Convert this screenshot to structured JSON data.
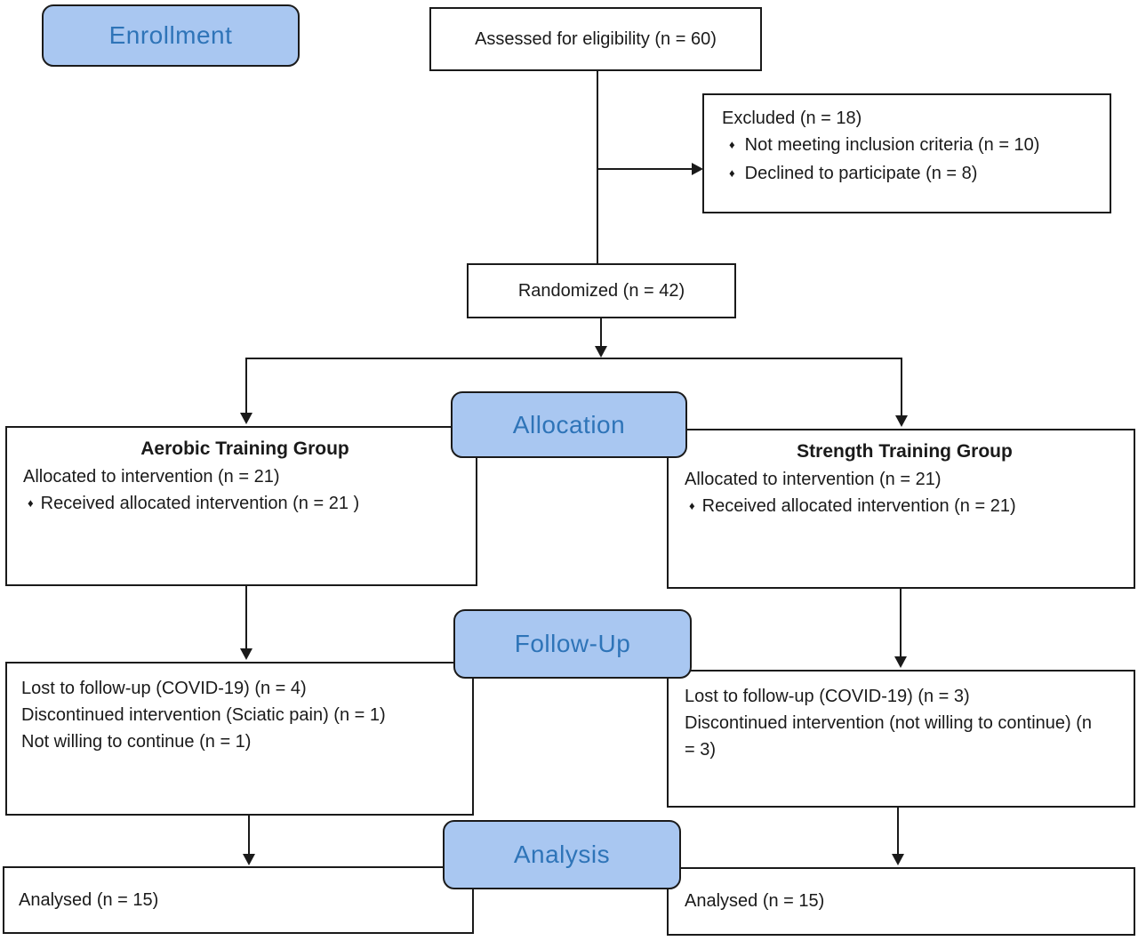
{
  "stages": {
    "enrollment": "Enrollment",
    "allocation": "Allocation",
    "followup": "Follow-Up",
    "analysis": "Analysis"
  },
  "bullet_glyph": "♦",
  "boxes": {
    "assessed": {
      "text": "Assessed for eligibility (n = 60)"
    },
    "excluded": {
      "title": "Excluded (n = 18)",
      "bullets": [
        "Not meeting inclusion criteria (n = 10)",
        "Declined to participate (n = 8)"
      ]
    },
    "randomized": {
      "text": "Randomized (n = 42)"
    },
    "aerobic_group": {
      "title": "Aerobic Training Group",
      "line1": "Allocated to intervention (n = 21)",
      "bullet": "Received allocated intervention (n = 21 )"
    },
    "strength_group": {
      "title": "Strength Training Group",
      "line1": "Allocated to intervention (n = 21)",
      "bullet": "Received allocated intervention (n = 21)"
    },
    "followup_left": {
      "lines": [
        "Lost to follow-up (COVID-19) (n = 4)",
        "Discontinued intervention (Sciatic pain) (n = 1)",
        "Not willing to continue (n = 1)"
      ]
    },
    "followup_right": {
      "lines": [
        "Lost to follow-up (COVID-19) (n = 3)",
        "Discontinued intervention (not willing to continue) (n = 3)"
      ]
    },
    "analysed_left": {
      "text": "Analysed (n = 15)"
    },
    "analysed_right": {
      "text": "Analysed (n = 15)"
    }
  },
  "colors": {
    "stage_fill": "#a9c7f1",
    "stage_text": "#2e74b8",
    "box_border": "#1a1a1a",
    "line": "#1a1a1a",
    "background": "#ffffff"
  }
}
